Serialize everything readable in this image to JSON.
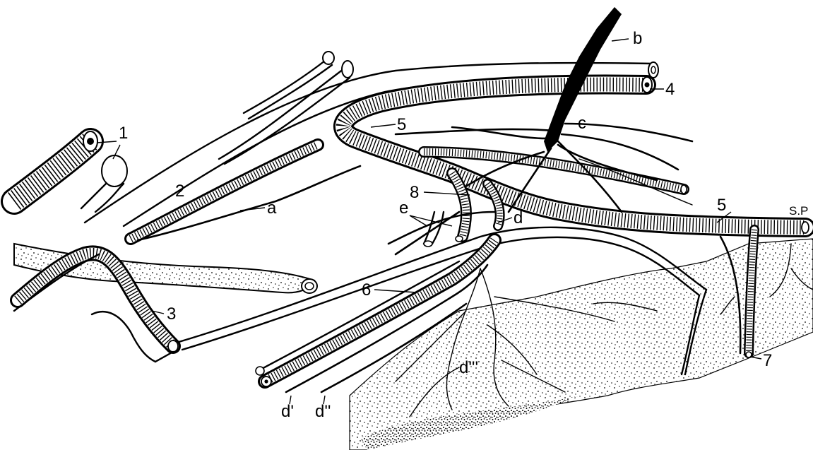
{
  "figure": {
    "labels": {
      "l1": "1",
      "l2": "2",
      "l3": "3",
      "l4": "4",
      "l5a": "5",
      "l5b": "5",
      "l6": "6",
      "l7": "7",
      "l8": "8",
      "la": "a",
      "lb": "b",
      "lc": "c",
      "ld": "d",
      "ld1": "d'",
      "ld2": "d''",
      "ld3": "d'''",
      "le": "e",
      "lsp": "S.P"
    }
  }
}
